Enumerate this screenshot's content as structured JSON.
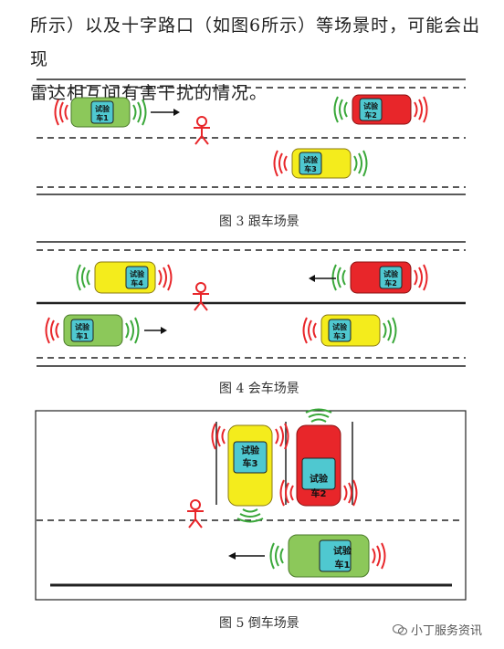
{
  "paragraph": {
    "line1": "所示）以及十字路口（如图6所示）等场景时，可能会出现",
    "line2": "雷达相互间有害干扰的情况。"
  },
  "figures": [
    {
      "caption": "图 3   跟车场景"
    },
    {
      "caption": "图  4 会车场景"
    },
    {
      "caption": "图 5   倒车场景"
    }
  ],
  "cars": {
    "car1": {
      "line1": "试验",
      "line2": "车1"
    },
    "car2": {
      "line1": "试验",
      "line2": "车2"
    },
    "car3": {
      "line1": "试验",
      "line2": "车3"
    },
    "car4": {
      "line1": "试验",
      "line2": "车4"
    }
  },
  "colors": {
    "green": "#8cc85a",
    "red": "#e8262a",
    "yellow": "#f4ec1c",
    "cyan": "#4fc8d0",
    "person": "#e8262a",
    "wave_red": "#e8262a",
    "wave_green": "#3aa83a"
  },
  "watermark": {
    "text": "小丁服务资讯",
    "icon": "wechat-icon"
  }
}
